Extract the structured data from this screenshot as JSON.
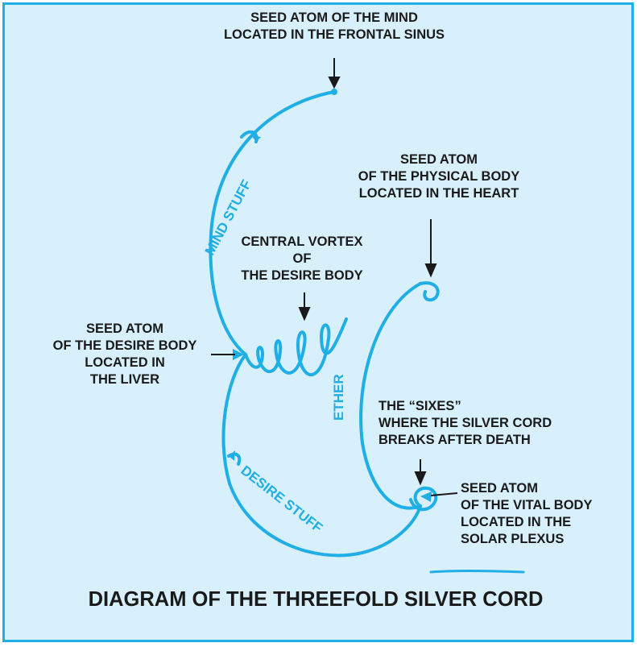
{
  "colors": {
    "background": "#d7f0fb",
    "border": "#1faee6",
    "cord": "#1faee6",
    "text": "#1a1a1a"
  },
  "labels": {
    "mind_atom": "SEED ATOM OF THE MIND\nLOCATED IN THE FRONTAL SINUS",
    "physical_atom": "SEED ATOM\nOF THE PHYSICAL BODY\nLOCATED IN THE HEART",
    "central_vortex": "CENTRAL VORTEX\nOF\nTHE DESIRE BODY",
    "desire_atom": "SEED ATOM\nOF THE DESIRE BODY\nLOCATED IN\nTHE LIVER",
    "sixes": "THE “SIXES”\nWHERE THE SILVER CORD\nBREAKS AFTER DEATH",
    "vital_atom": "SEED ATOM\nOF THE VITAL BODY\nLOCATED IN THE\nSOLAR PLEXUS"
  },
  "cord_labels": {
    "mind_stuff": "MIND STUFF",
    "desire_stuff": "DESIRE STUFF",
    "ether": "ETHER"
  },
  "title": "DIAGRAM OF THE THREEFOLD SILVER CORD"
}
